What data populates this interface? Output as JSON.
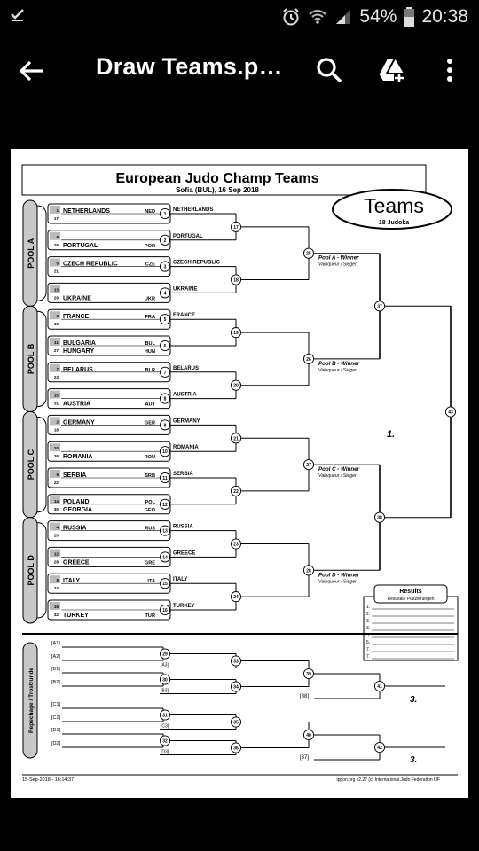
{
  "status": {
    "battery": "54%",
    "time": "20:38"
  },
  "appbar": {
    "title": "Draw Teams.p…"
  },
  "sheet": {
    "title": "European Judo Champ Teams",
    "subtitle": "Sofia (BUL), 16 Sep 2018",
    "badge_title": "Teams",
    "badge_sub": "18 Judoka",
    "pools": [
      "POOL A",
      "POOL B",
      "POOL C",
      "POOL D"
    ],
    "pool_winners": [
      "Pool A - Winner",
      "Pool B - Winner",
      "Pool C - Winner",
      "Pool D - Winner"
    ],
    "winner_sub": "Vainqueur / Sieger",
    "repechage": "Repechage / Trostrunde",
    "first": "1.",
    "third": "3.",
    "results_title": "Results",
    "results_sub": "Résultat / Platzierungen",
    "results_lines": [
      "1.",
      "2.",
      "3.",
      "3.",
      "5.",
      "5.",
      "7.",
      "7."
    ],
    "footer_left": "15-Sep-2018 - 16:14:37",
    "footer_right": "ippon.org v2.27  (c) International Judo Federation IJF",
    "entries": [
      {
        "seed": "1",
        "num": "17",
        "name": "NETHERLANDS",
        "code": "NED"
      },
      {
        "seed": "9",
        "num": "25",
        "name": "PORTUGAL",
        "code": "POR"
      },
      {
        "seed": "5",
        "num": "21",
        "name": "CZECH REPUBLIC",
        "code": "CZE"
      },
      {
        "seed": "13",
        "num": "29",
        "name": "UKRAINE",
        "code": "UKR"
      },
      {
        "seed": "3",
        "num": "19",
        "name": "FRANCE",
        "code": "FRA"
      },
      {
        "seed": "11",
        "num": "27",
        "name": "BULGARIA",
        "code": "BUL",
        "name2": "HUNGARY",
        "code2": "HUN"
      },
      {
        "seed": "7",
        "num": "23",
        "name": "BELARUS",
        "code": "BLR"
      },
      {
        "seed": "15",
        "num": "31",
        "name": "AUSTRIA",
        "code": "AUT"
      },
      {
        "seed": "2",
        "num": "18",
        "name": "GERMANY",
        "code": "GER"
      },
      {
        "seed": "10",
        "num": "26",
        "name": "ROMANIA",
        "code": "ROU"
      },
      {
        "seed": "6",
        "num": "22",
        "name": "SERBIA",
        "code": "SRB"
      },
      {
        "seed": "14",
        "num": "30",
        "name": "POLAND",
        "code": "POL",
        "name2": "GEORGIA",
        "code2": "GEO"
      },
      {
        "seed": "4",
        "num": "20",
        "name": "RUSSIA",
        "code": "RUS"
      },
      {
        "seed": "12",
        "num": "28",
        "name": "GREECE",
        "code": "GRE"
      },
      {
        "seed": "8",
        "num": "24",
        "name": "ITALY",
        "code": "ITA"
      },
      {
        "seed": "16",
        "num": "32",
        "name": "TURKEY",
        "code": "TUR"
      }
    ],
    "r1_winners": [
      "NETHERLANDS",
      "PORTUGAL",
      "CZECH REPUBLIC",
      "UKRAINE",
      "FRANCE",
      "",
      "BELARUS",
      "AUSTRIA",
      "GERMANY",
      "ROMANIA",
      "SERBIA",
      "",
      "RUSSIA",
      "GREECE",
      "ITALY",
      "TURKEY"
    ],
    "round_nums": {
      "r1": [
        "1",
        "2",
        "3",
        "4",
        "5",
        "6",
        "7",
        "8",
        "9",
        "10",
        "11",
        "12",
        "13",
        "14",
        "15",
        "16"
      ],
      "r2": [
        "17",
        "18",
        "19",
        "20",
        "21",
        "22",
        "23",
        "24"
      ],
      "r3": [
        "25",
        "26",
        "27",
        "28"
      ],
      "r4": [
        "37",
        "38"
      ],
      "final": "43"
    },
    "rep": {
      "labels": [
        "[A1]",
        "[A2]",
        "[B1]",
        "[B2]",
        "[C1]",
        "[C2]",
        "[D1]",
        "[D2]"
      ],
      "r1": [
        "29",
        "30",
        "31",
        "32"
      ],
      "r1_sub": [
        "[A3]",
        "[B3]",
        "[C3]",
        "[D3]"
      ],
      "r2": [
        "33",
        "34",
        "35",
        "36"
      ],
      "r3": [
        "39",
        "40"
      ],
      "r4": [
        "41",
        "42"
      ],
      "brackets": [
        "[38]",
        "[37]"
      ]
    }
  }
}
